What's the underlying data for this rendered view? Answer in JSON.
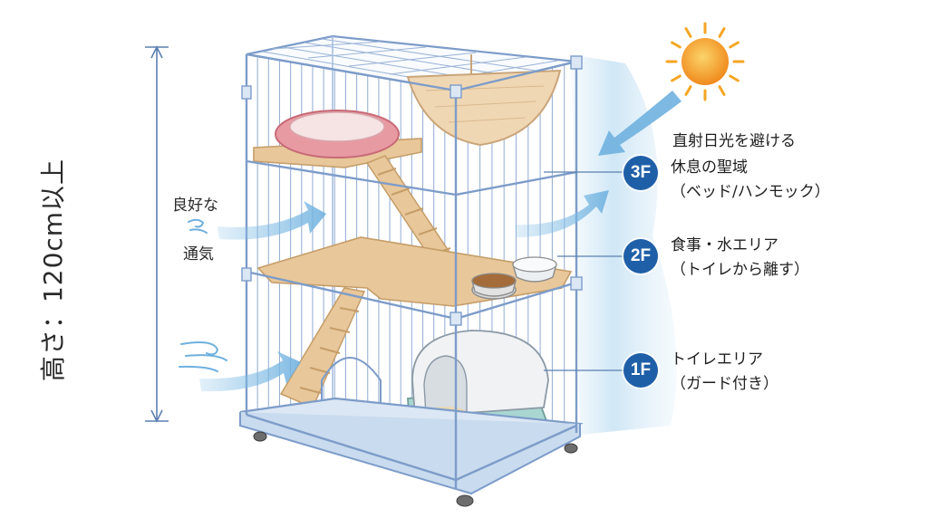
{
  "height_label": "高さ：120cm以上",
  "ventilation_label": {
    "line1": "良好な",
    "line2": "通気"
  },
  "sunlight_label": "直射日光を避ける",
  "floors": [
    {
      "badge": "3F",
      "title": "休息の聖域",
      "detail": "（ベッド/ハンモック）"
    },
    {
      "badge": "2F",
      "title": "食事・水エリア",
      "detail": "（トイレから離す）"
    },
    {
      "badge": "1F",
      "title": "トイレエリア",
      "detail": "（ガード付き）"
    }
  ],
  "colors": {
    "frame": "#7d9cc9",
    "wood": "#e8c79a",
    "badge": "#1f5fa8",
    "airflow": "#8ec5e8",
    "sun": "#f5a623",
    "bed": "#e89aa3",
    "litter_box": "#a9d6d1"
  }
}
